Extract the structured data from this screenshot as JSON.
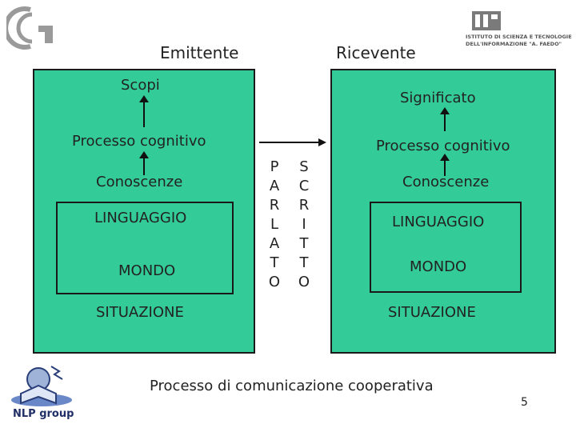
{
  "sender_title": "Emittente",
  "receiver_title": "Ricevente",
  "sender": {
    "goal": "Scopi",
    "process": "Processo cognitivo",
    "knowledge": "Conoscenze",
    "language": "LINGUAGGIO",
    "world": "MONDO",
    "situation": "SITUAZIONE"
  },
  "receiver": {
    "goal": "Significato",
    "process": "Processo cognitivo",
    "knowledge": "Conoscenze",
    "language": "LINGUAGGIO",
    "world": "MONDO",
    "situation": "SITUAZIONE"
  },
  "spoken_letters": [
    "P",
    "A",
    "R",
    "L",
    "A",
    "T",
    "O"
  ],
  "written_letters": [
    "S",
    "C",
    "R",
    "I",
    "T",
    "T",
    "O"
  ],
  "caption": "Processo di comunicazione cooperativa",
  "page_number": "5",
  "logos": {
    "top_right_lines": [
      "ISTITUTO DI SCIENZA E TECNOLOGIE",
      "DELL'INFORMAZIONE \"A. FAEDO\""
    ],
    "bottom_left_text": "NLP group"
  },
  "colors": {
    "panel": "#33cc99",
    "border": "#1a1a1a"
  }
}
